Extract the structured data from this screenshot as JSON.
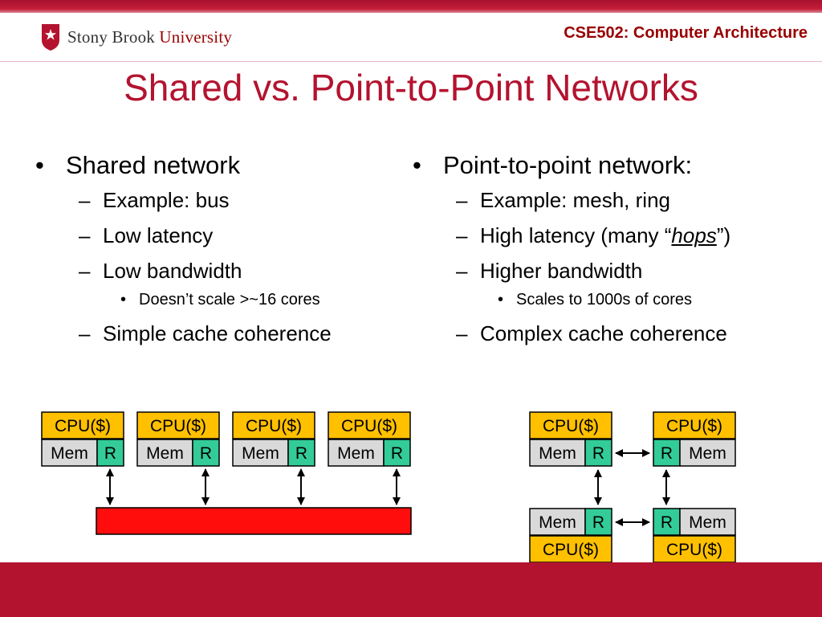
{
  "header": {
    "logo_text": "Stony Brook",
    "logo_text_2": "University",
    "course": "CSE502: Computer Architecture"
  },
  "title": "Shared vs. Point-to-Point Networks",
  "left": {
    "heading": "Shared network",
    "items": [
      "Example: bus",
      "Low latency",
      "Low bandwidth"
    ],
    "sub": "Doesn’t scale >~16 cores",
    "last": "Simple cache coherence"
  },
  "right": {
    "heading": "Point-to-point network:",
    "item1": "Example: mesh, ring",
    "item2_pre": "High latency (many “",
    "item2_em": "hops",
    "item2_post": "”)",
    "item3": "Higher bandwidth",
    "sub": "Scales to 1000s of cores",
    "last": "Complex cache coherence"
  },
  "diagram": {
    "cpu_label": "CPU($)",
    "mem_label": "Mem",
    "router_label": "R",
    "colors": {
      "cpu": "#ffc000",
      "mem": "#d9d9d9",
      "router": "#33cc99",
      "bus": "#ff0d0d",
      "brand": "#b3132f"
    }
  }
}
